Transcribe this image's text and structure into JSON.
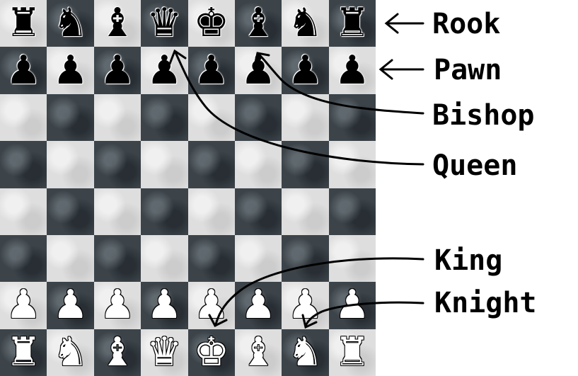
{
  "labels": {
    "rook": "Rook",
    "pawn": "Pawn",
    "bishop": "Bishop",
    "queen": "Queen",
    "king": "King",
    "knight": "Knight"
  },
  "icons": {
    "arrow": "arrow-left-icon",
    "pointer": "curved-pointer-line"
  },
  "board": {
    "rows": [
      [
        "black-rook",
        "black-knight",
        "black-bishop",
        "black-queen",
        "black-king",
        "black-bishop",
        "black-knight",
        "black-rook"
      ],
      [
        "black-pawn",
        "black-pawn",
        "black-pawn",
        "black-pawn",
        "black-pawn",
        "black-pawn",
        "black-pawn",
        "black-pawn"
      ],
      [
        "",
        "",
        "",
        "",
        "",
        "",
        "",
        ""
      ],
      [
        "",
        "",
        "",
        "",
        "",
        "",
        "",
        ""
      ],
      [
        "",
        "",
        "",
        "",
        "",
        "",
        "",
        ""
      ],
      [
        "",
        "",
        "",
        "",
        "",
        "",
        "",
        ""
      ],
      [
        "white-pawn",
        "white-pawn",
        "white-pawn",
        "white-pawn",
        "white-pawn",
        "white-pawn",
        "white-pawn",
        "white-pawn"
      ],
      [
        "white-rook",
        "white-knight",
        "white-bishop",
        "white-queen",
        "white-king",
        "white-bishop",
        "white-knight",
        "white-rook"
      ]
    ],
    "top_left_square": "light",
    "colors": {
      "light": "#dedede",
      "dark": "#3c444a"
    }
  }
}
